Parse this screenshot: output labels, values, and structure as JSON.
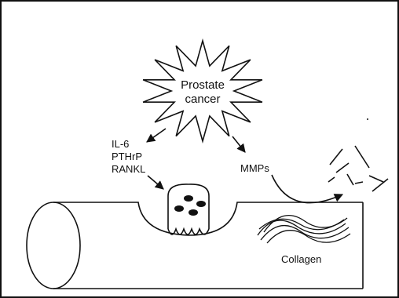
{
  "diagram": {
    "burst": {
      "line1": "Prostate",
      "line2": "cancer"
    },
    "factors": [
      "IL-6",
      "PTHrP",
      "RANKL"
    ],
    "mmps_label": "MMPs",
    "collagen_label": "Collagen"
  }
}
